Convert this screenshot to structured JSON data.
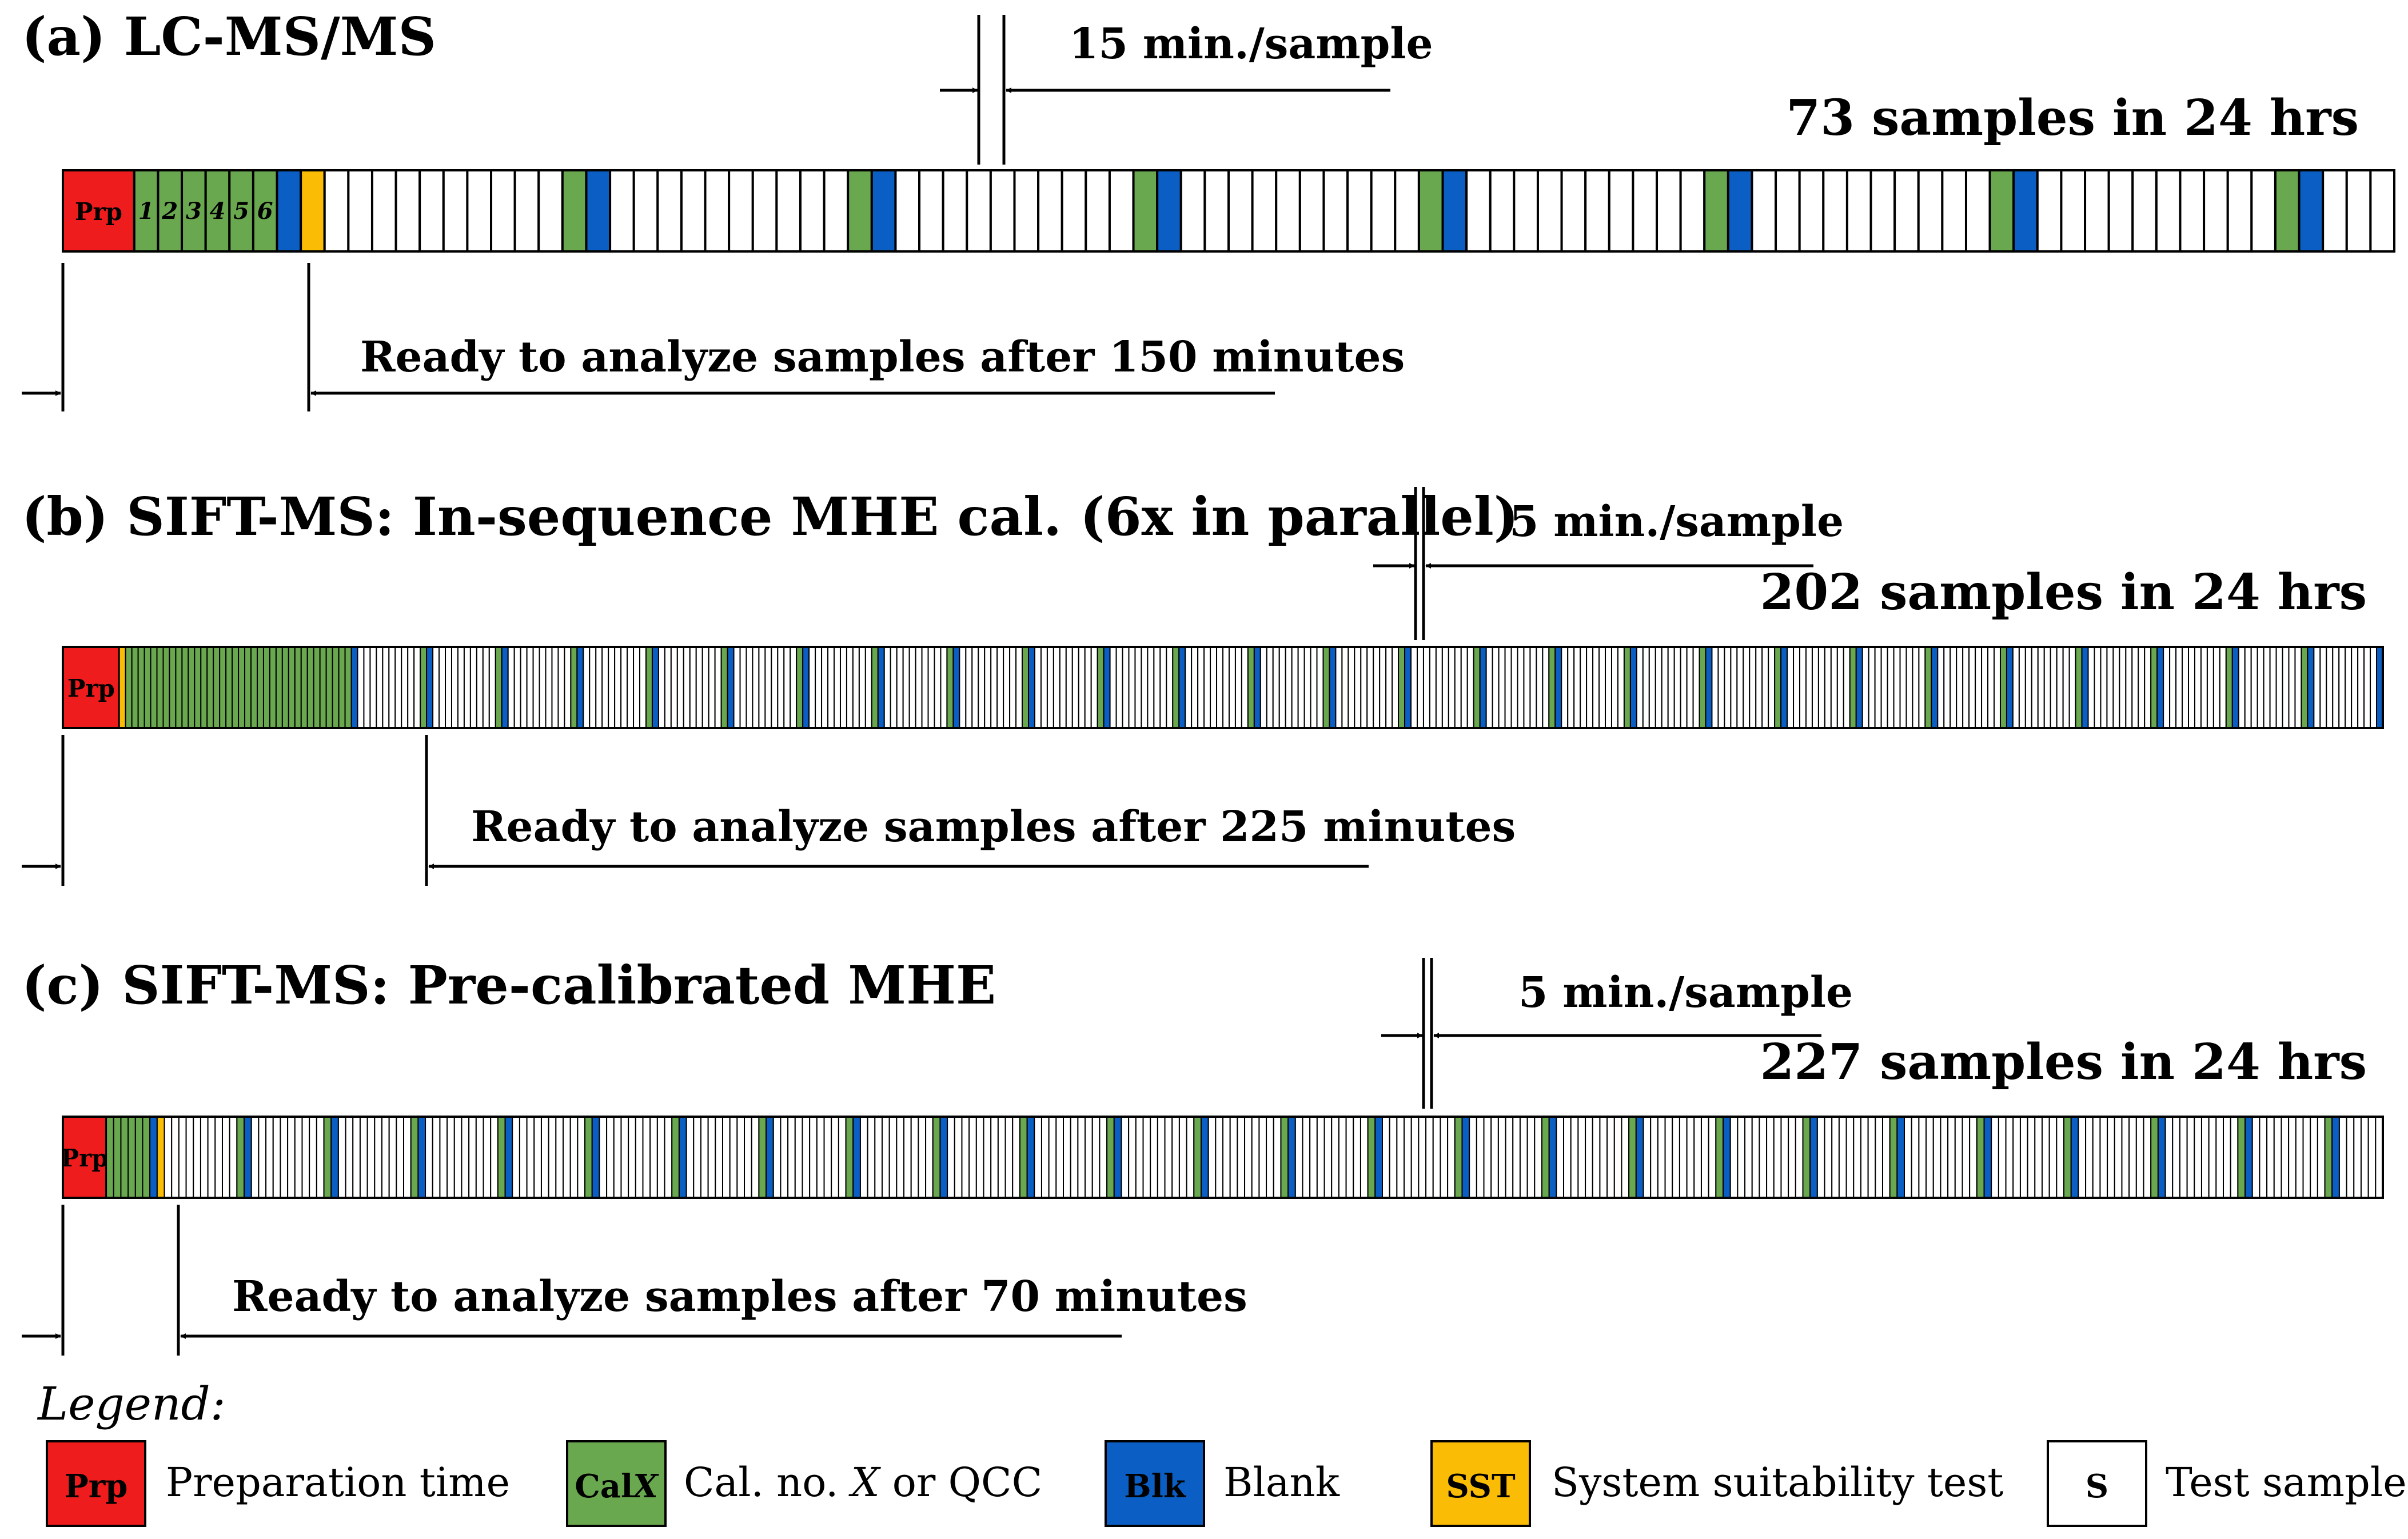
{
  "colors": {
    "prep": "#ee1c1c",
    "cal": "#6aa84f",
    "blank": "#0b5fc4",
    "sst": "#fbbc05",
    "sample": "#ffffff",
    "stroke": "#000000"
  },
  "panels": [
    {
      "id": "a",
      "title": "(a) LC-MS/MS",
      "interval": "15 min./sample",
      "throughput": "73 samples in 24 hrs",
      "ready": "Ready to analyze samples after 150 minutes",
      "prep_label": "Prp",
      "cal_labels": [
        "1",
        "2",
        "3",
        "4",
        "5",
        "6"
      ],
      "sequence": "P3 C1 C1 C1 C1 C1 C1 B1 Y1 S10 C1 B1 S10 C1 B1 S10 C1 B1 S10 C1 B1 S10 C1 B1 S10 C1 B1 S10 C1 B1 S3"
    },
    {
      "id": "b",
      "title": "(b) SIFT-MS: In-sequence MHE cal. (6x in parallel)",
      "interval": "5 min./sample",
      "throughput": "202 samples in 24 hrs",
      "ready": "Ready to analyze samples after 225 minutes",
      "prep_label": "Prp",
      "cal_labels": [],
      "sequence": "P9 Y1 C36 B1 S10 C1 B1 S10 C1 B1 S10 C1 B1 S10 C1 B1 S10 C1 B1 S10 C1 B1 S10 C1 B1 S10 C1 B1 S10 C1 B1 S10 C1 B1 S10 C1 B1 S10 C1 B1 S10 C1 B1 S10 C1 B1 S10 C1 B1 S10 C1 B1 S10 C1 B1 S10 C1 B1 S10 C1 B1 S10 C1 B1 S10 C1 B1 S10 C1 B1 S10 C1 B1 S10 C1 B1 S10 C1 B1 S10 C1 B1 S10 B1"
    },
    {
      "id": "c",
      "title": "(c) SIFT-MS: Pre-calibrated MHE",
      "interval": "5 min./sample",
      "throughput": "227 samples in 24 hrs",
      "ready": "Ready to analyze samples after 70 minutes",
      "prep_label": "Prp",
      "cal_labels": [],
      "sequence": "P6 C6 B1 Y1 S10 C1 B1 S10 C1 B1 S10 C1 B1 S10 C1 B1 S10 C1 B1 S10 C1 B1 S10 C1 B1 S10 C1 B1 S10 C1 B1 S10 C1 B1 S10 C1 B1 S10 C1 B1 S10 C1 B1 S10 C1 B1 S10 C1 B1 S10 C1 B1 S10 C1 B1 S10 C1 B1 S10 C1 B1 S10 C1 B1 S10 C1 B1 S10 C1 B1 S10 C1 B1 S10 C1 B1 S10 C1 B1 S6"
    }
  ],
  "legend": {
    "title": "Legend:",
    "items": [
      {
        "key": "prep",
        "box_label": "Prp",
        "text_pre": "Preparation time",
        "text_var": "",
        "text_post": ""
      },
      {
        "key": "cal",
        "box_label": "Cal",
        "box_var": "X",
        "text_pre": "Cal. no. ",
        "text_var": "X",
        "text_post": " or QCC"
      },
      {
        "key": "blank",
        "box_label": "Blk",
        "text_pre": "Blank",
        "text_var": "",
        "text_post": ""
      },
      {
        "key": "sst",
        "box_label": "SST",
        "text_pre": "System suitability test",
        "text_var": "",
        "text_post": ""
      },
      {
        "key": "sample",
        "box_label": "S",
        "text_pre": "Test sample",
        "text_var": "",
        "text_post": ""
      }
    ]
  }
}
